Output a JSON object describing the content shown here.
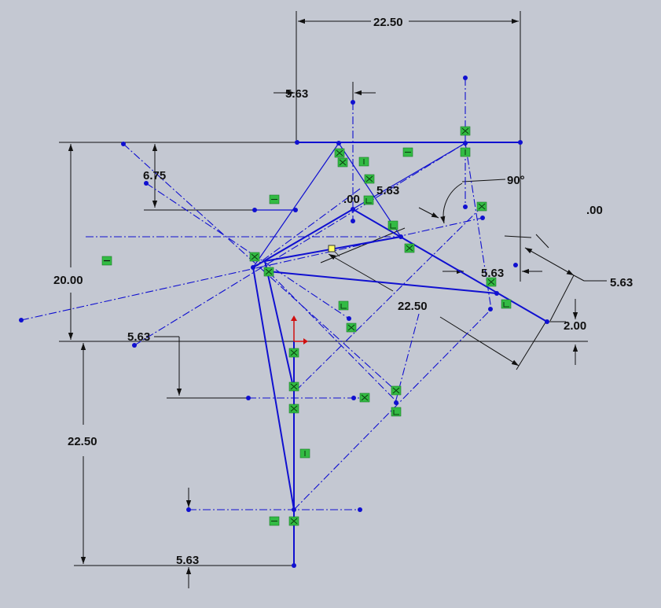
{
  "sketch": {
    "dimensions": [
      {
        "id": "top-width",
        "text": "22.50"
      },
      {
        "id": "top-offset",
        "text": "5.63"
      },
      {
        "id": "left-height",
        "text": "20.00"
      },
      {
        "id": "upper-left-offset",
        "text": "6.75"
      },
      {
        "id": "left-offset",
        "text": "5.63"
      },
      {
        "id": "lower-height",
        "text": "22.50"
      },
      {
        "id": "bottom-offset",
        "text": "5.63"
      },
      {
        "id": "center-value",
        "text": ".00"
      },
      {
        "id": "center-dim",
        "text": "5.63"
      },
      {
        "id": "angle",
        "text": "90°"
      },
      {
        "id": "right-value",
        "text": ".00"
      },
      {
        "id": "right-offset",
        "text": "5.63"
      },
      {
        "id": "right-tilted",
        "text": "5.63"
      },
      {
        "id": "diagonal-length",
        "text": "22.50"
      },
      {
        "id": "right-small",
        "text": "2.00"
      }
    ]
  },
  "colors": {
    "background": "#c4c8d2",
    "geometry": "#1010d0",
    "relation": "#33bb44",
    "dimension": "#111111",
    "origin_x": "#d01010",
    "origin_y": "#d01010"
  },
  "icons": [
    "horizontal-relation-icon",
    "vertical-relation-icon",
    "coincident-relation-icon",
    "perpendicular-relation-icon",
    "origin-icon",
    "cursor-point-icon"
  ]
}
